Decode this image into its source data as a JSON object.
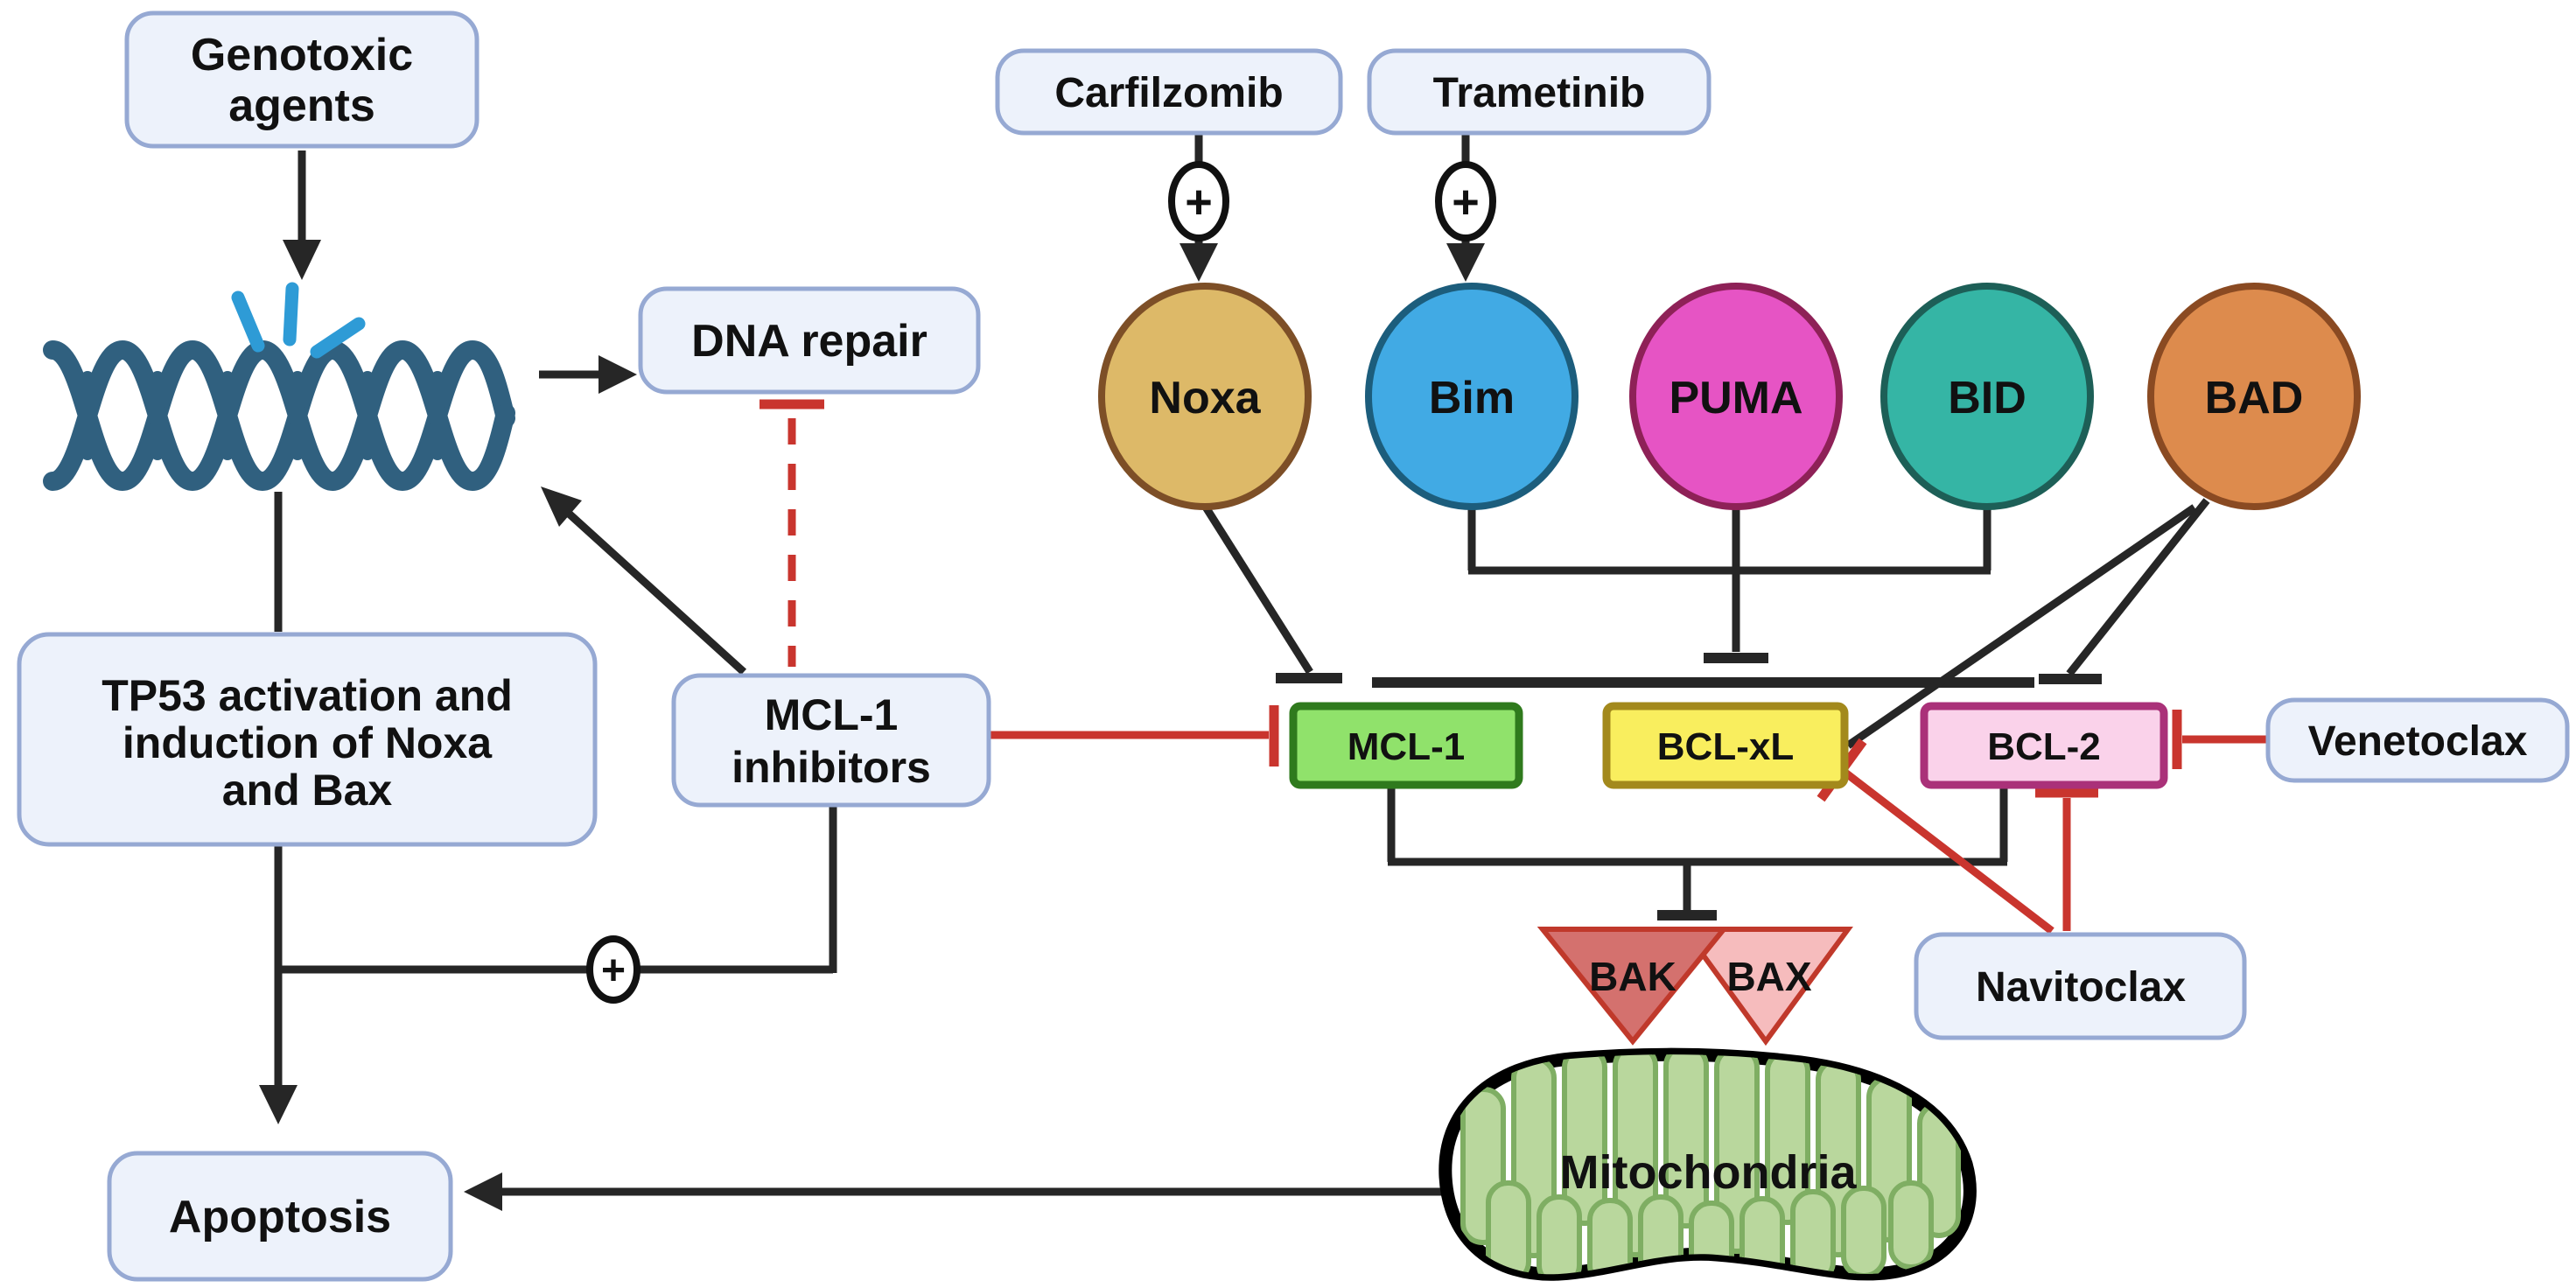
{
  "figure": "Apoptosis regulation pathway: BH3-only proteins, anti-apoptotic BCL-2 family proteins and their drug inhibitors",
  "nodes": {
    "genotoxic": {
      "line1": "Genotoxic",
      "line2": "agents"
    },
    "dna_repair": {
      "label": "DNA repair"
    },
    "tp53": {
      "line1": "TP53 activation and",
      "line2": "induction of Noxa",
      "line3": "and Bax"
    },
    "mcl1_inhibitors": {
      "line1": "MCL-1",
      "line2": "inhibitors"
    },
    "apoptosis": {
      "label": "Apoptosis"
    },
    "carfilzomib": {
      "label": "Carfilzomib"
    },
    "trametinib": {
      "label": "Trametinib"
    },
    "noxa": {
      "label": "Noxa"
    },
    "bim": {
      "label": "Bim"
    },
    "puma": {
      "label": "PUMA"
    },
    "bid": {
      "label": "BID"
    },
    "bad": {
      "label": "BAD"
    },
    "mcl1": {
      "label": "MCL-1"
    },
    "bclxl": {
      "label": "BCL-xL"
    },
    "bcl2": {
      "label": "BCL-2"
    },
    "venetoclax": {
      "label": "Venetoclax"
    },
    "navitoclax": {
      "label": "Navitoclax"
    },
    "bak": {
      "label": "BAK"
    },
    "bax": {
      "label": "BAX"
    },
    "mitochondria": {
      "label": "Mitochondria"
    }
  },
  "symbols": {
    "plus": "+"
  },
  "colors": {
    "box_fill": "#edf2fb",
    "box_border": "#96a9d3",
    "noxa_fill": "#ddb968",
    "noxa_border": "#7d4f27",
    "bim_fill": "#41aae4",
    "bim_border": "#1c5d7c",
    "puma_fill": "#e654c4",
    "puma_border": "#8e2157",
    "bid_fill": "#35b5a5",
    "bid_border": "#1d5f57",
    "bad_fill": "#dd8b4d",
    "bad_border": "#8a4a22",
    "mcl1_fill": "#90e26b",
    "mcl1_border": "#2f7a1d",
    "bclxl_fill": "#f9ee5e",
    "bclxl_border": "#a3891c",
    "bcl2_fill": "#fad2ea",
    "bcl2_border": "#aa3179",
    "bak_fill": "#d4716e",
    "bax_fill": "#f6bcbd",
    "bakbax_border": "#c0392b",
    "inhibit_red": "#c9352e",
    "line_black": "#262626",
    "dna_blue": "#30607f",
    "spark_blue": "#2e9bd6",
    "cristae_fill": "#b9d79d",
    "cristae_border": "#7fae63"
  }
}
